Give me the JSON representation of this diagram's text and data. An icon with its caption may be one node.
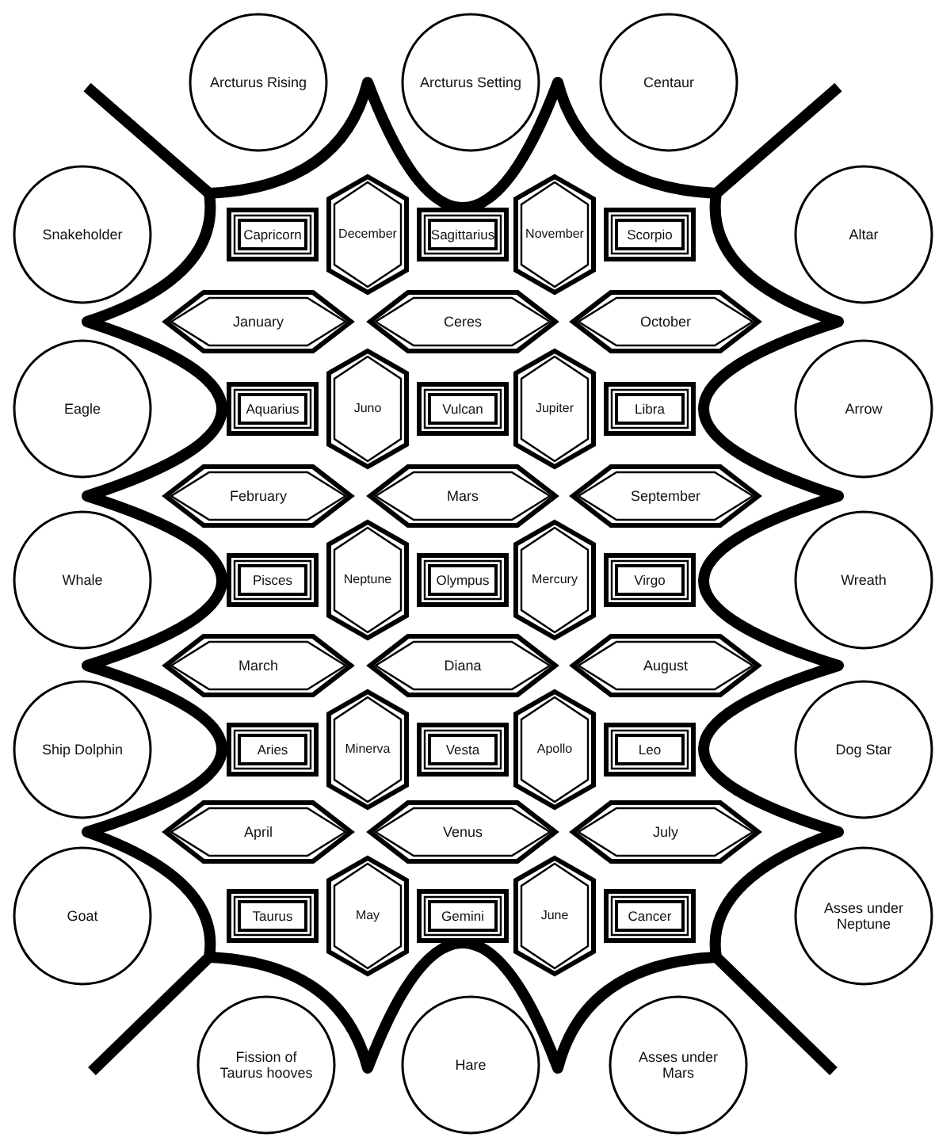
{
  "diagram": {
    "nodes": [
      {
        "text": [
          "Arcturus Rising"
        ]
      },
      {
        "text": [
          "Arcturus Setting"
        ]
      },
      {
        "text": [
          "Centaur"
        ]
      },
      {
        "text": [
          "Snakeholder"
        ]
      },
      {
        "text": [
          "Capricorn"
        ]
      },
      {
        "text": [
          "December"
        ]
      },
      {
        "text": [
          "Sagittarius"
        ]
      },
      {
        "text": [
          "November"
        ]
      },
      {
        "text": [
          "Scorpio"
        ]
      },
      {
        "text": [
          "Altar"
        ]
      },
      {
        "text": [
          "January"
        ]
      },
      {
        "text": [
          "Ceres"
        ]
      },
      {
        "text": [
          "October"
        ]
      },
      {
        "text": [
          "Eagle"
        ]
      },
      {
        "text": [
          "Aquarius"
        ]
      },
      {
        "text": [
          "Juno"
        ]
      },
      {
        "text": [
          "Vulcan"
        ]
      },
      {
        "text": [
          "Jupiter"
        ]
      },
      {
        "text": [
          "Libra"
        ]
      },
      {
        "text": [
          "Arrow"
        ]
      },
      {
        "text": [
          "February"
        ]
      },
      {
        "text": [
          "Mars"
        ]
      },
      {
        "text": [
          "September"
        ]
      },
      {
        "text": [
          "Whale"
        ]
      },
      {
        "text": [
          "Pisces"
        ]
      },
      {
        "text": [
          "Neptune"
        ]
      },
      {
        "text": [
          "Olympus"
        ]
      },
      {
        "text": [
          "Mercury"
        ]
      },
      {
        "text": [
          "Virgo"
        ]
      },
      {
        "text": [
          "Wreath"
        ]
      },
      {
        "text": [
          "March"
        ]
      },
      {
        "text": [
          "Diana"
        ]
      },
      {
        "text": [
          "August"
        ]
      },
      {
        "text": [
          "Ship Dolphin"
        ]
      },
      {
        "text": [
          "Aries"
        ]
      },
      {
        "text": [
          "Minerva"
        ]
      },
      {
        "text": [
          "Vesta"
        ]
      },
      {
        "text": [
          "Apollo"
        ]
      },
      {
        "text": [
          "Leo"
        ]
      },
      {
        "text": [
          "Dog Star"
        ]
      },
      {
        "text": [
          "April"
        ]
      },
      {
        "text": [
          "Venus"
        ]
      },
      {
        "text": [
          "July"
        ]
      },
      {
        "text": [
          "Goat"
        ]
      },
      {
        "text": [
          "Taurus"
        ]
      },
      {
        "text": [
          "May"
        ]
      },
      {
        "text": [
          "Gemini"
        ]
      },
      {
        "text": [
          "June"
        ]
      },
      {
        "text": [
          "Cancer"
        ]
      },
      {
        "text": [
          "Asses under Neptune"
        ]
      },
      {
        "text": [
          "Fission of Taurus hooves"
        ]
      },
      {
        "text": [
          "Hare"
        ]
      },
      {
        "text": [
          "Asses under Mars"
        ]
      }
    ]
  }
}
